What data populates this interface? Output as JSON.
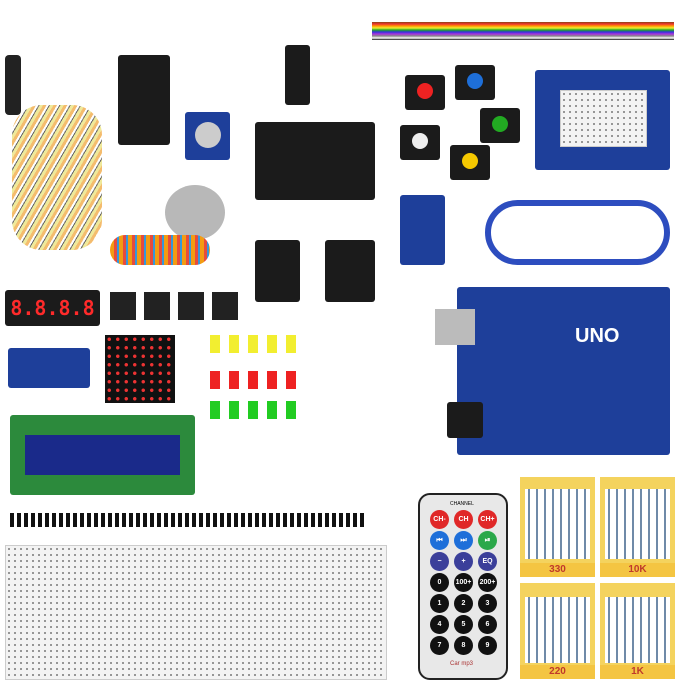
{
  "seven_segment": {
    "text": "8.8.8.8"
  },
  "uno_board": {
    "label": "UNO",
    "color": "#1e3f9a"
  },
  "resistors": [
    {
      "label": "330"
    },
    {
      "label": "10K"
    },
    {
      "label": "220"
    },
    {
      "label": "1K"
    }
  ],
  "remote": {
    "header": "CHANNEL",
    "buttons": [
      {
        "label": "CH-",
        "color": "#e02828"
      },
      {
        "label": "CH",
        "color": "#e02828"
      },
      {
        "label": "CH+",
        "color": "#e02828"
      },
      {
        "label": "⏮",
        "color": "#1e6fd9"
      },
      {
        "label": "⏭",
        "color": "#1e6fd9"
      },
      {
        "label": "⏯",
        "color": "#2ba84a"
      },
      {
        "label": "−",
        "color": "#3b3f9a"
      },
      {
        "label": "+",
        "color": "#3b3f9a"
      },
      {
        "label": "EQ",
        "color": "#3b3f9a"
      },
      {
        "label": "0",
        "color": "#111"
      },
      {
        "label": "100+",
        "color": "#111"
      },
      {
        "label": "200+",
        "color": "#111"
      },
      {
        "label": "1",
        "color": "#111"
      },
      {
        "label": "2",
        "color": "#111"
      },
      {
        "label": "3",
        "color": "#111"
      },
      {
        "label": "4",
        "color": "#111"
      },
      {
        "label": "5",
        "color": "#111"
      },
      {
        "label": "6",
        "color": "#111"
      },
      {
        "label": "7",
        "color": "#111"
      },
      {
        "label": "8",
        "color": "#111"
      },
      {
        "label": "9",
        "color": "#111"
      }
    ],
    "logo": "Car mp3"
  }
}
